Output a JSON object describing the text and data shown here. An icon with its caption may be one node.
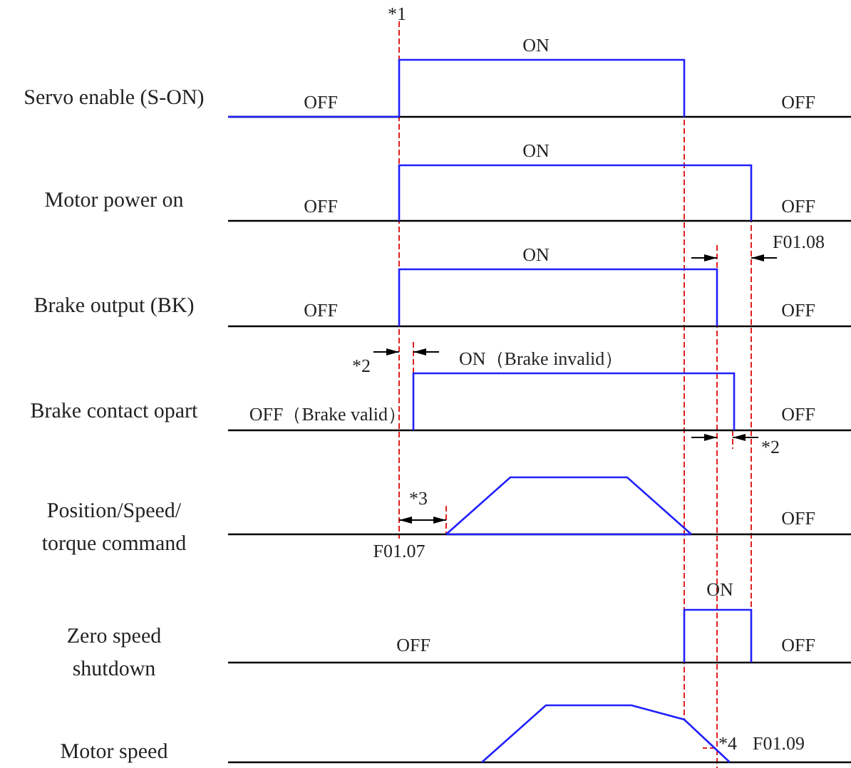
{
  "diagram": {
    "labels": [
      "*1",
      "ON",
      "Servo enable (S-ON)",
      "OFF",
      "OFF",
      "ON",
      "Motor power on",
      "OFF",
      "OFF",
      "F01.08",
      "ON",
      "Brake output (BK)",
      "OFF",
      "OFF",
      "*2",
      "ON（Brake invalid）",
      "Brake contact opart",
      "OFF（Brake valid）",
      "OFF",
      "*2",
      "Position/Speed/ torque command",
      "*3",
      "OFF",
      "F01.07",
      "ON",
      "Zero speed shutdown",
      "OFF",
      "OFF",
      "Motor speed",
      "*4",
      "F01.09"
    ]
  }
}
